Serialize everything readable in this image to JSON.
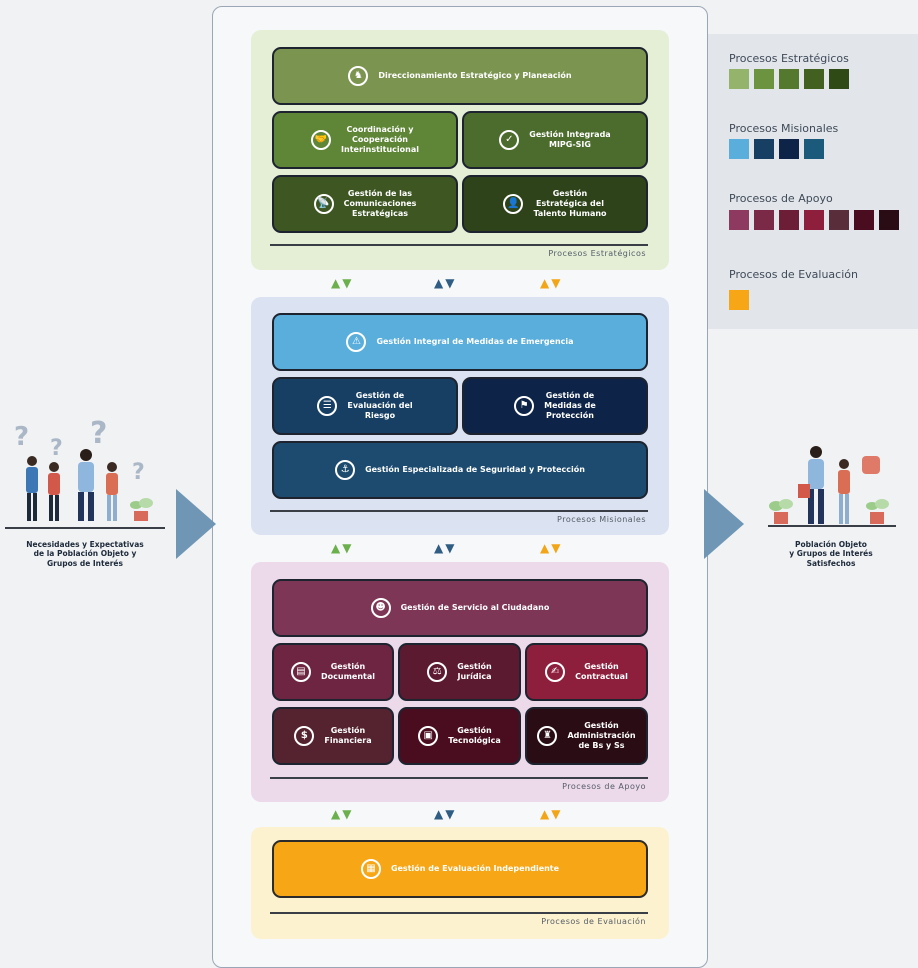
{
  "estrategicos": {
    "label": "Procesos Estratégicos",
    "boxes": [
      {
        "text": "Direccionamiento Estratégico y Planeación",
        "icon": "♞",
        "color": "#7b9550"
      },
      {
        "text": "Coordinación y\nCooperación\nInterinstitucional",
        "icon": "🤝",
        "color": "#5e8636"
      },
      {
        "text": "Gestión Integrada\nMIPG-SIG",
        "icon": "✓",
        "color": "#4c6c2d"
      },
      {
        "text": "Gestión de las\nComunicaciones\nEstratégicas",
        "icon": "📡",
        "color": "#3d5622"
      },
      {
        "text": "Gestión\nEstratégica del\nTalento Humano",
        "icon": "👤",
        "color": "#2e431a"
      }
    ]
  },
  "misionales": {
    "label": "Procesos Misionales",
    "boxes": [
      {
        "text": "Gestión Integral de Medidas de Emergencia",
        "icon": "⚠",
        "color": "#5aaedb"
      },
      {
        "text": "Gestión de\nEvaluación del\nRiesgo",
        "icon": "☰",
        "color": "#163f63"
      },
      {
        "text": "Gestión de\nMedidas de\nProtección",
        "icon": "⚑",
        "color": "#0d2347"
      },
      {
        "text": "Gestión Especializada de Seguridad y Protección",
        "icon": "⚓",
        "color": "#1c4b6f"
      }
    ]
  },
  "apoyo": {
    "label": "Procesos de Apoyo",
    "boxes": [
      {
        "text": "Gestión de Servicio al Ciudadano",
        "icon": "☻",
        "color": "#7e3656"
      },
      {
        "text": "Gestión\nDocumental",
        "icon": "▤",
        "color": "#6e2541"
      },
      {
        "text": "Gestión\nJurídica",
        "icon": "⚖",
        "color": "#5c1a31"
      },
      {
        "text": "Gestión\nContractual",
        "icon": "✍",
        "color": "#8e1f3c"
      },
      {
        "text": "Gestión\nFinanciera",
        "icon": "$",
        "color": "#55232f"
      },
      {
        "text": "Gestión\nTecnológica",
        "icon": "▣",
        "color": "#4a0d1f"
      },
      {
        "text": "Gestión\nAdministración\nde Bs y Ss",
        "icon": "♜",
        "color": "#2a0d14"
      }
    ]
  },
  "evaluacion": {
    "label": "Procesos de Evaluación",
    "boxes": [
      {
        "text": "Gestión de Evaluación Independiente",
        "icon": "▦",
        "color": "#f7a616"
      }
    ]
  },
  "legend": [
    {
      "title": "Procesos Estratégicos",
      "colors": [
        "#94b46c",
        "#6c9440",
        "#55782f",
        "#42601f",
        "#2f4a14"
      ]
    },
    {
      "title": "Procesos Misionales",
      "colors": [
        "#5aaedb",
        "#163f63",
        "#0d2347",
        "#1c5a7b"
      ]
    },
    {
      "title": "Procesos de Apoyo",
      "colors": [
        "#8e3a60",
        "#7a2a47",
        "#6b1e35",
        "#8e1f3c",
        "#5a2d3b",
        "#4a0d1f",
        "#2a0d14"
      ]
    },
    {
      "title": "Procesos de Evaluación",
      "colors": [
        "#f7a616"
      ]
    }
  ],
  "left_text": "Necesidades y Expectativas\nde la Población Objeto y\nGrupos de Interés",
  "right_text": "Población Objeto\ny Grupos de Interés\nSatisfechos",
  "arrow_colors": {
    "green": "#6bb04c",
    "blue": "#2f5d84",
    "orange": "#f3a518"
  },
  "arrow_glyphs": "▲▼"
}
